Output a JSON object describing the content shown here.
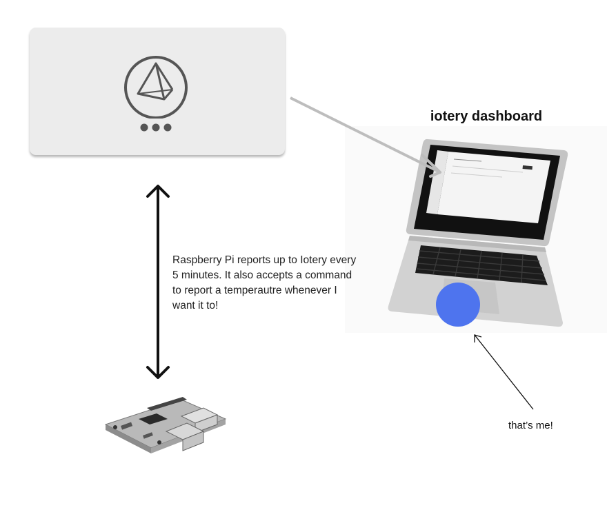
{
  "diagram": {
    "dashboard_title": "iotery dashboard",
    "pi_description": "Raspberry Pi reports up to Iotery every 5 minutes.  It also accepts a command to report a temperautre whenever I want it to!",
    "me_label": "that’s me!",
    "colors": {
      "card_bg": "#ececec",
      "logo_stroke": "#555555",
      "me_dot": "#4e74ee",
      "link_arrow": "#bdbdbd",
      "double_arrow": "#111111"
    },
    "icons": [
      "iotery-logo-icon",
      "laptop-icon",
      "raspberry-pi-board-icon"
    ]
  }
}
